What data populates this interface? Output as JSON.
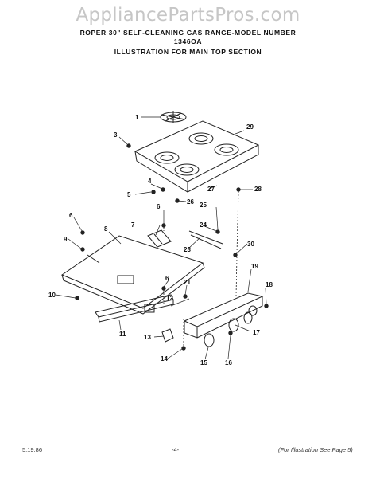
{
  "watermark": "AppliancePartsPros.com",
  "header": {
    "line1": "ROPER 30\" SELF-CLEANING GAS RANGE-MODEL NUMBER",
    "line2": "1346OA",
    "line3": "ILLUSTRATION FOR MAIN TOP SECTION"
  },
  "callouts": [
    "1",
    "3",
    "4",
    "5",
    "6",
    "6",
    "7",
    "8",
    "9",
    "10",
    "11",
    "6",
    "12",
    "13",
    "14",
    "15",
    "16",
    "17",
    "18",
    "19",
    "21",
    "23",
    "24",
    "25",
    "26",
    "27",
    "28",
    "29",
    "30"
  ],
  "footer": {
    "date": "5.19.86",
    "page": "-4-",
    "note": "(For Illustration See Page 5)"
  }
}
